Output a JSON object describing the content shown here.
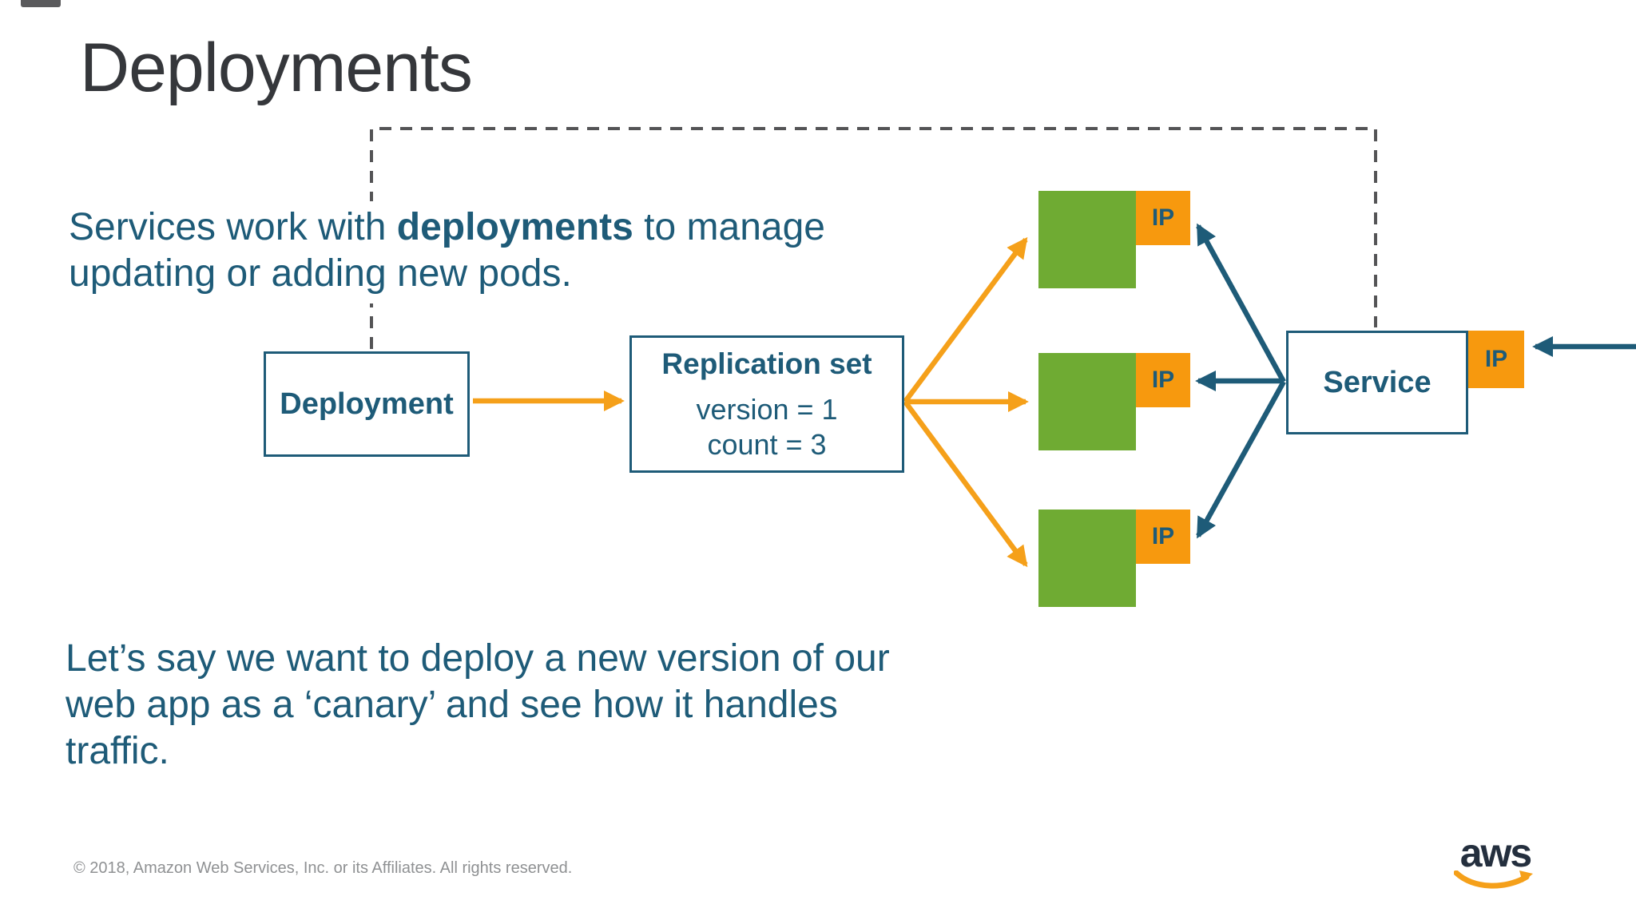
{
  "slide": {
    "title": "Deployments",
    "intro": {
      "pre": "Services work with ",
      "bold": "deployments",
      "post": " to manage",
      "line2": "updating or adding new pods."
    },
    "canary": {
      "line1": "Let’s say we want to deploy a new version of our",
      "line2": "web app as a ‘canary’ and see how it handles",
      "line3": "traffic."
    },
    "footer": "© 2018, Amazon Web Services, Inc. or its Affiliates. All rights reserved."
  },
  "diagram": {
    "deployment_label": "Deployment",
    "replication_set": {
      "title": "Replication set",
      "version": "version = 1",
      "count": "count = 3"
    },
    "service_label": "Service",
    "ip_label": "IP",
    "pods": [
      {
        "ip": "IP"
      },
      {
        "ip": "IP"
      },
      {
        "ip": "IP"
      }
    ]
  },
  "logo": {
    "text": "aws"
  },
  "colors": {
    "teal": "#1E5B78",
    "green": "#6FAB33",
    "orange": "#F7990E",
    "orangeArrow": "#F5A01A",
    "titleColor": "#35373B",
    "footerGray": "#8F9193",
    "dashGray": "#545456",
    "awsNavy": "#242F3E"
  }
}
